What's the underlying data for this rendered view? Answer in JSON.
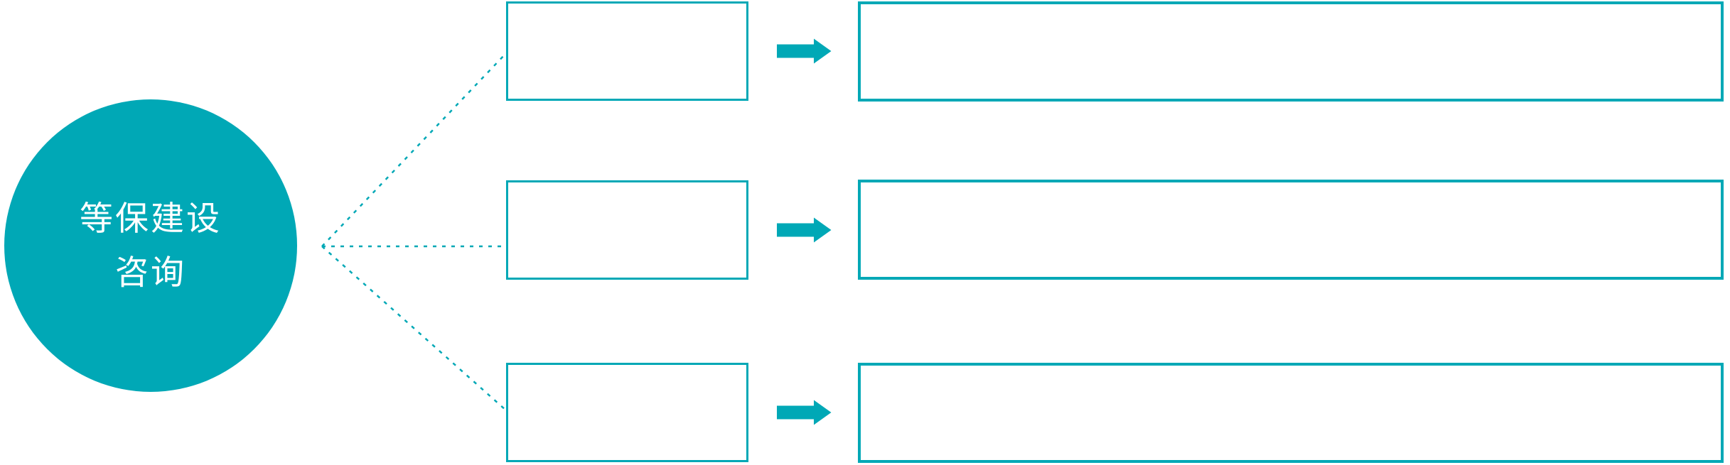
{
  "diagram": {
    "type": "fan-out-flow",
    "hub": {
      "label_line1": "等保建设",
      "label_line2": "咨询"
    },
    "rows": [
      {
        "box_label": "",
        "detail_label": ""
      },
      {
        "box_label": "",
        "detail_label": ""
      },
      {
        "box_label": "",
        "detail_label": ""
      }
    ],
    "icons": [
      {
        "name": "arrow-right-icon",
        "count": 3
      },
      {
        "name": "dotted-connector",
        "count": 3
      }
    ],
    "colors": {
      "accent": "#00a8b6",
      "background": "#ffffff",
      "hub_text": "#ffffff"
    }
  }
}
